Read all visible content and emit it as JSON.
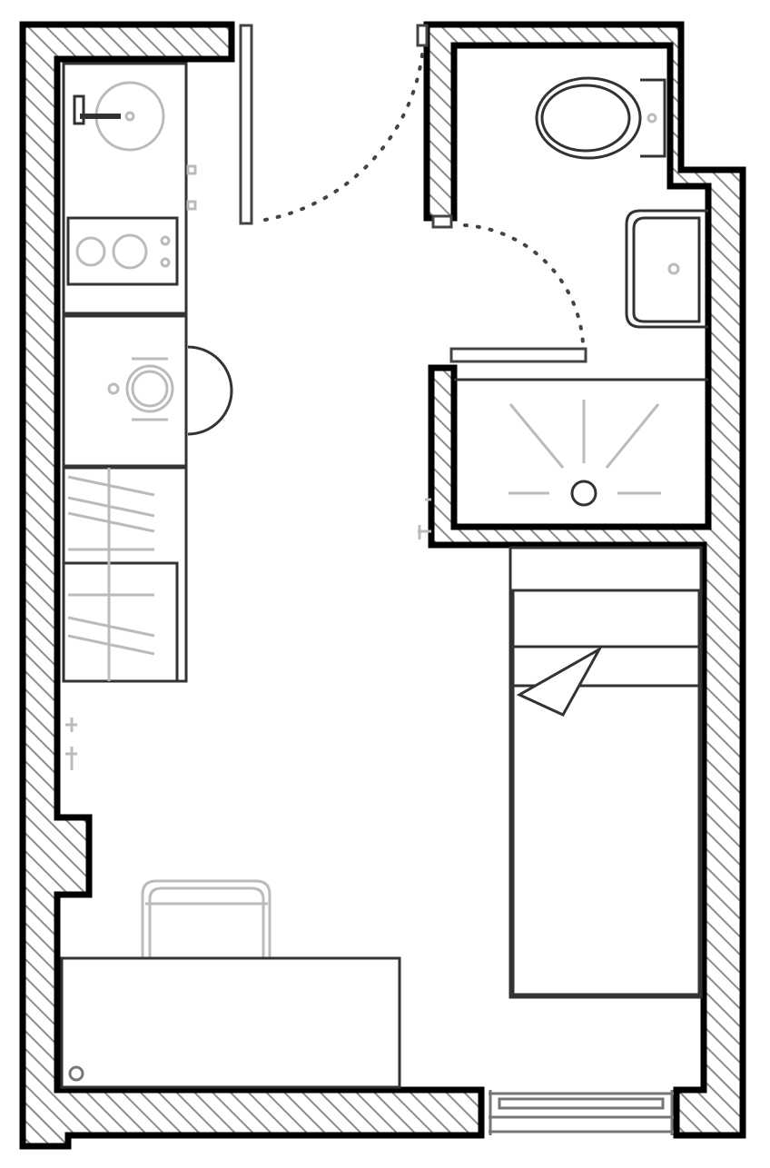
{
  "plan": {
    "colors": {
      "wall": "#000000",
      "hatch": "#8c8c8c",
      "furniture": "#333333",
      "fixture_light": "#b0b0b0",
      "background": "#ffffff"
    },
    "elements": [
      "kitchen-sink",
      "cooktop",
      "washing-machine",
      "shelving",
      "desk",
      "chair",
      "bed",
      "toilet",
      "bathroom-sink",
      "shower",
      "entrance-door",
      "bathroom-door",
      "window"
    ]
  }
}
